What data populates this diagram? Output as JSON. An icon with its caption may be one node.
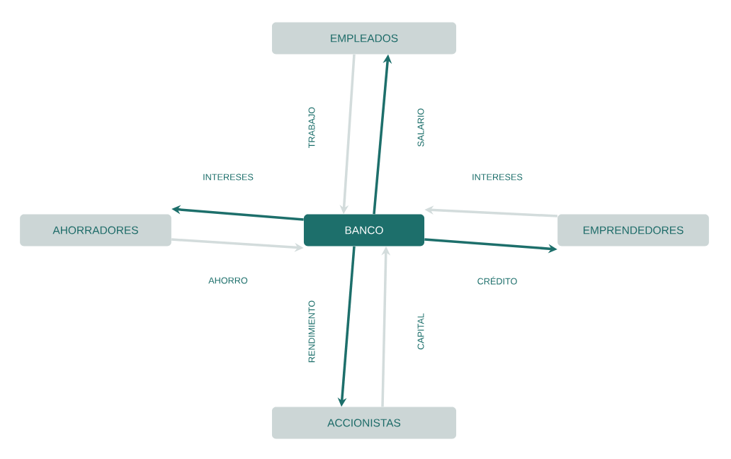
{
  "diagram": {
    "nodes": [
      {
        "text": [
          "EMPLEADOS"
        ]
      },
      {
        "text": [
          "AHORRADORES"
        ]
      },
      {
        "text": [
          "BANCO"
        ]
      },
      {
        "text": [
          "EMPRENDEDORES"
        ]
      },
      {
        "text": [
          "ACCIONISTAS"
        ]
      }
    ],
    "edges": [
      {
        "from": 0,
        "to": 2,
        "arrow": "to",
        "label": "TRABAJO",
        "color": "#d3dcdc"
      },
      {
        "from": 2,
        "to": 0,
        "arrow": "to",
        "label": "SALARIO",
        "color": "#1d6f6b"
      },
      {
        "from": 2,
        "to": 1,
        "arrow": "to",
        "label": "INTERESES",
        "color": "#1d6f6b"
      },
      {
        "from": 1,
        "to": 2,
        "arrow": "to",
        "label": "AHORRO",
        "color": "#d3dcdc"
      },
      {
        "from": 3,
        "to": 2,
        "arrow": "to",
        "label": "INTERESES",
        "color": "#d3dcdc"
      },
      {
        "from": 2,
        "to": 3,
        "arrow": "to",
        "label": "CRÉDITO",
        "color": "#1d6f6b"
      },
      {
        "from": 2,
        "to": 4,
        "arrow": "to",
        "label": "RENDIMIENTO",
        "color": "#1d6f6b"
      },
      {
        "from": 4,
        "to": 2,
        "arrow": "to",
        "label": "CAPITAL",
        "color": "#d3dcdc"
      }
    ]
  }
}
